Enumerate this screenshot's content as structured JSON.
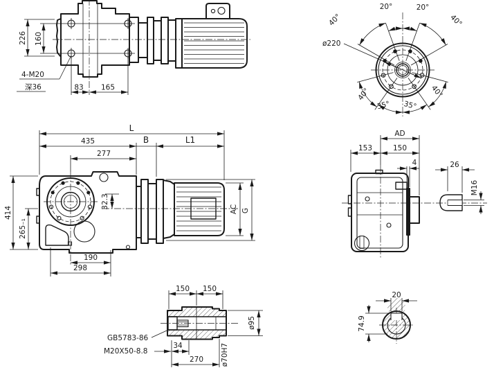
{
  "colors": {
    "ink": "#1a1a1a",
    "paper": "#ffffff"
  },
  "views": {
    "top_plan": {
      "d226": "226",
      "d160": "160",
      "bolt_note": "4-M20",
      "depth_note": "深36",
      "d83": "83",
      "d165": "165"
    },
    "flange": {
      "dia": "ø220",
      "a40_tl": "40°",
      "a20_l": "20°",
      "a20_r": "20°",
      "a40_tr": "40°",
      "a40_bl": "40°",
      "a35_l": "35°",
      "a35_r": "35°",
      "a40_br": "40°"
    },
    "front": {
      "L": "L",
      "d435": "435",
      "B": "B",
      "L1": "L1",
      "d277": "277",
      "d414": "414",
      "d265": "265₋₁",
      "d32_3": "32.3",
      "AC": "AC",
      "G": "G",
      "d190": "190",
      "d298": "298"
    },
    "side": {
      "AD": "AD",
      "d153": "153",
      "d150": "150",
      "d4": "4",
      "d26": "26",
      "m16": "M16"
    },
    "hollow_shaft": {
      "d150_left": "150",
      "d150_right": "150",
      "note_gb": "GB5783-86",
      "note_bolt": "M20X50-8.8",
      "d34": "34",
      "d270": "270",
      "bore": "ø70H7",
      "od": "ø95"
    },
    "key_section": {
      "d20": "20",
      "d74_9": "74.9"
    }
  }
}
